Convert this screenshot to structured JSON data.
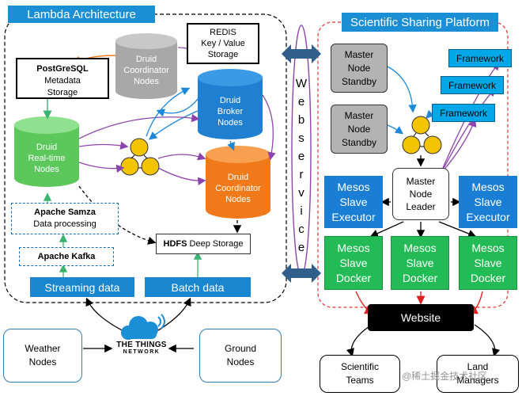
{
  "lambda": {
    "title": "Lambda Architecture",
    "redis": "REDIS\nKey / Value\nStorage",
    "postgres_title": "PostGreSQL",
    "postgres_sub": "Metadata\nStorage",
    "druid_coordinator_top": "Druid\nCoordinator\nNodes",
    "druid_broker": "Druid\nBroker\nNodes",
    "druid_realtime": "Druid\nReal-time\nNodes",
    "druid_coordinator_bottom": "Druid\nCoordinator\nNodes",
    "samza_title": "Apache Samza",
    "samza_sub": "Data processing",
    "kafka": "Apache Kafka",
    "hdfs_bold": "HDFS",
    "hdfs_rest": " Deep Storage",
    "streaming": "Streaming data",
    "batch": "Batch data"
  },
  "websevice": {
    "letters": [
      "W",
      "e",
      "b",
      "s",
      "e",
      "r",
      "v",
      "i",
      "c",
      "e"
    ]
  },
  "sharing": {
    "title": "Scientific Sharing Platform",
    "master_standby_1": "Master\nNode\nStandby",
    "master_standby_2": "Master\nNode\nStandby",
    "frameworks": [
      "Framework",
      "Framework",
      "Framework"
    ],
    "master_leader": "Master\nNode\nLeader",
    "executor_left": "Mesos\nSlave\nExecutor",
    "executor_right": "Mesos\nSlave\nExecutor",
    "dockers": [
      "Mesos\nSlave\nDocker",
      "Mesos\nSlave\nDocker",
      "Mesos\nSlave\nDocker"
    ],
    "website": "Website"
  },
  "bottom": {
    "weather": "Weather\nNodes",
    "ground": "Ground\nNodes",
    "things_title": "THE THINGS",
    "things_sub": "NETWORK",
    "teams": "Scientific\nTeams",
    "managers": "Land\nManagers"
  },
  "watermark": "@稀土掘金技术社区"
}
